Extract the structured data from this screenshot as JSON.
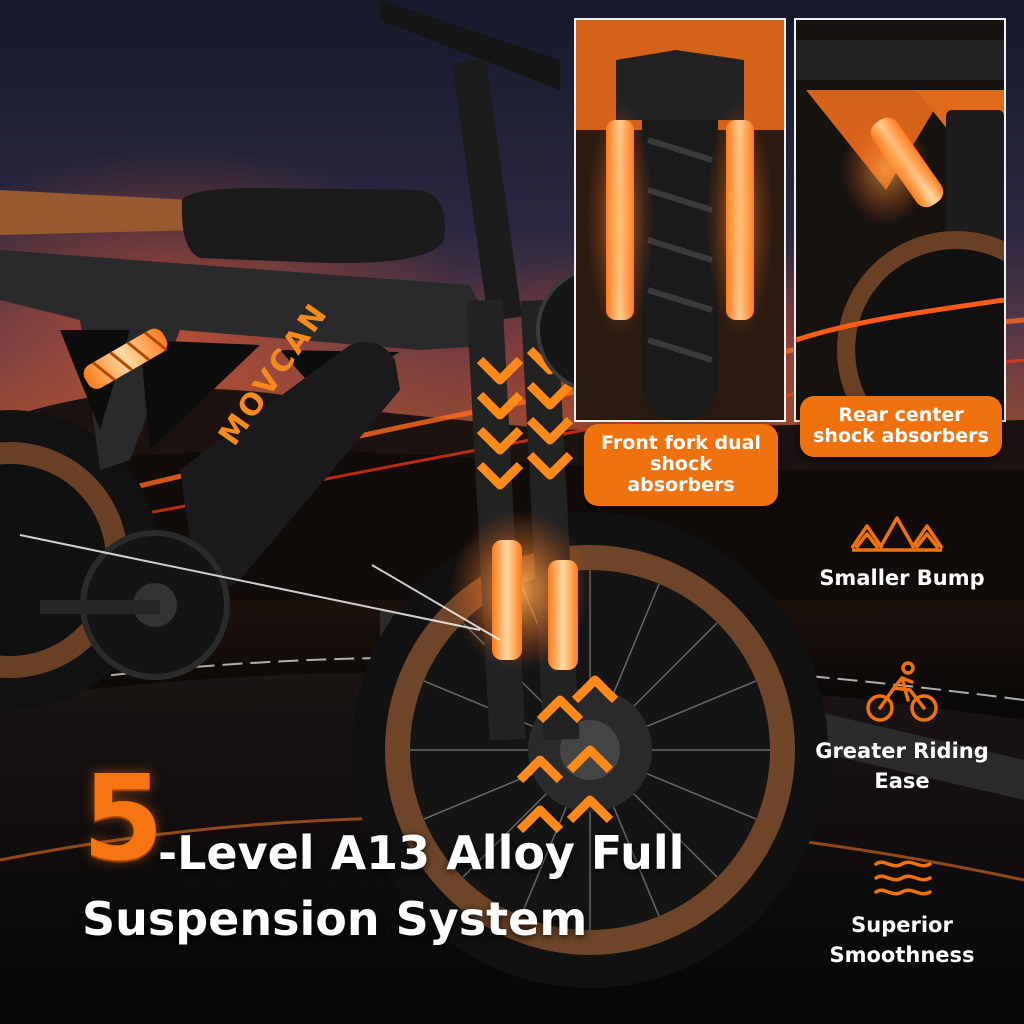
{
  "brand": {
    "logo_text": "MOVCAN"
  },
  "callouts": {
    "front": "Front fork dual\nshock absorbers",
    "rear": "Rear center\nshock absorbers"
  },
  "features": [
    {
      "icon": "bump-icon",
      "label": "Smaller Bump"
    },
    {
      "icon": "cyclist-icon",
      "label": "Greater Riding\nEase"
    },
    {
      "icon": "waves-icon",
      "label": "Superior\nSmoothness"
    }
  ],
  "headline": {
    "number": "5",
    "line1": "-Level A13 Alloy Full",
    "line2": "Suspension System"
  },
  "colors": {
    "accent": "#f0720f",
    "text": "#ffffff"
  }
}
